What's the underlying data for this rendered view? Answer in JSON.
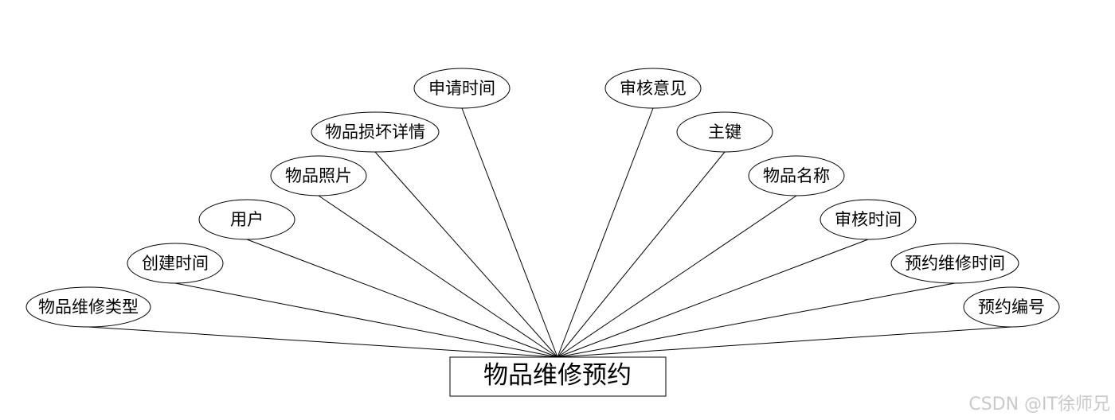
{
  "entity": {
    "name": "物品维修预约"
  },
  "attributes": [
    {
      "id": "item-repair-type",
      "label": "物品维修类型"
    },
    {
      "id": "create-time",
      "label": "创建时间"
    },
    {
      "id": "user",
      "label": "用户"
    },
    {
      "id": "item-photo",
      "label": "物品照片"
    },
    {
      "id": "item-damage-detail",
      "label": "物品损坏详情"
    },
    {
      "id": "apply-time",
      "label": "申请时间"
    },
    {
      "id": "review-opinion",
      "label": "审核意见"
    },
    {
      "id": "primary-key",
      "label": "主键"
    },
    {
      "id": "item-name",
      "label": "物品名称"
    },
    {
      "id": "review-time",
      "label": "审核时间"
    },
    {
      "id": "appointment-repair-time",
      "label": "预约维修时间"
    },
    {
      "id": "appointment-number",
      "label": "预约编号"
    }
  ],
  "watermark": "CSDN @IT徐师兄"
}
